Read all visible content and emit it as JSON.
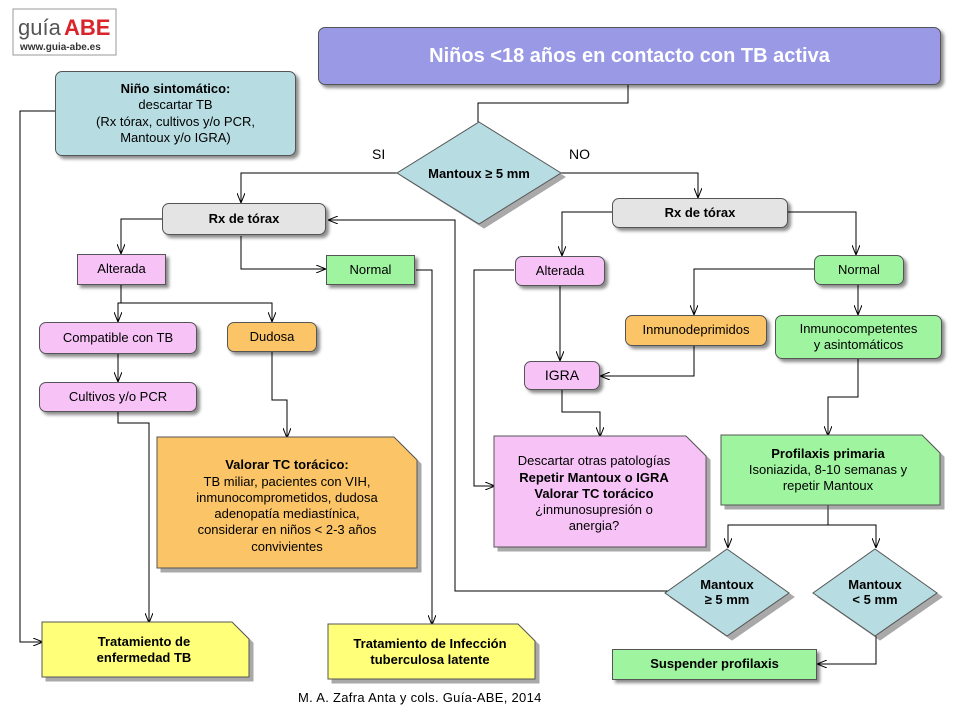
{
  "logo": {
    "brand_a": "guía",
    "brand_b": "ABE",
    "url": "www.guia-abe.es"
  },
  "title": "Niños <18 años en contacto con TB activa",
  "symptomatic": {
    "title": "Niño sintomático:",
    "l1": "descartar TB",
    "l2": "(Rx tórax, cultivos y/o PCR,",
    "l3": "Mantoux y/o IGRA)"
  },
  "decision_main": "Mantoux ≥ 5 mm",
  "branch_yes": "SI",
  "branch_no": "NO",
  "left": {
    "rx": "Rx de tórax",
    "altered": "Alterada",
    "normal": "Normal",
    "compatible": "Compatible con TB",
    "doubtful": "Dudosa",
    "cultures": "Cultivos y/o PCR",
    "ct_title": "Valorar TC torácico:",
    "ct_l1": "TB miliar, pacientes con VIH,",
    "ct_l2": "inmunocomprometidos, dudosa",
    "ct_l3": "adenopatía mediastínica,",
    "ct_l4": "considerar en niños < 2-3 años",
    "ct_l5": "convivientes"
  },
  "right": {
    "rx": "Rx de tórax",
    "altered": "Alterada",
    "normal": "Normal",
    "immunodep": "Inmunodeprimidos",
    "immunocomp_l1": "Inmunocompetentes",
    "immunocomp_l2": "y asintomáticos",
    "igra": "IGRA",
    "discard_l1": "Descartar otras patologías",
    "discard_l2": "Repetir Mantoux o IGRA",
    "discard_l3": "Valorar TC torácico",
    "discard_l4": "¿inmunosupresión o",
    "discard_l5": "anergia?",
    "proph_title": "Profilaxis primaria",
    "proph_l1": "Isoniazida, 8-10 semanas y",
    "proph_l2": "repetir Mantoux",
    "mantoux_ge_l1": "Mantoux",
    "mantoux_ge_l2": "≥ 5 mm",
    "mantoux_lt_l1": "Mantoux",
    "mantoux_lt_l2": "< 5 mm",
    "stop": "Suspender profilaxis"
  },
  "treat_disease_l1": "Tratamiento de",
  "treat_disease_l2": "enfermedad TB",
  "treat_latent_l1": "Tratamiento de Infección",
  "treat_latent_l2": "tuberculosa latente",
  "credit": "M. A. Zafra Anta y cols. Guía-ABE, 2014",
  "colors": {
    "title_fill": "#9999e6",
    "cyan": "#b7dde3",
    "grey": "#e4e4e4",
    "pink": "#f7c3f7",
    "green": "#9ff59f",
    "orange": "#fbc567",
    "yellow": "#ffff7a"
  }
}
